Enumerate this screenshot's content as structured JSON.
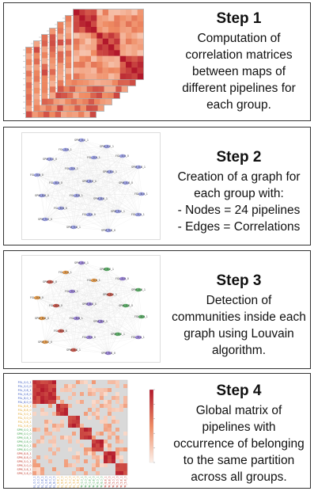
{
  "steps": [
    {
      "title": "Step 1",
      "lines": [
        "Computation of",
        "correlation matrices",
        "between maps of",
        "different pipelines for",
        "each group."
      ]
    },
    {
      "title": "Step 2",
      "lines": [
        "Creation of a graph for",
        "each group with:",
        "- Nodes = 24 pipelines",
        "- Edges = Correlations"
      ]
    },
    {
      "title": "Step 3",
      "lines": [
        "Detection of",
        "communities inside each",
        "graph using Louvain",
        "algorithm."
      ]
    },
    {
      "title": "Step 4",
      "lines": [
        "Global matrix of",
        "pipelines with",
        "occurrence of belonging",
        "to the same partition",
        "across all groups."
      ]
    }
  ],
  "graph_nodes": [
    {
      "label": "SPM_0,0_1"
    },
    {
      "label": "SPM_0,0_1"
    },
    {
      "label": "FSL_0,0_1"
    },
    {
      "label": "FSL_0,0_0"
    },
    {
      "label": "SPM_0,0_0"
    },
    {
      "label": "FSL_0,0_1"
    },
    {
      "label": "SPM_0,8_1"
    },
    {
      "label": "FSL_0,0_1"
    },
    {
      "label": "FSL_0,8_0"
    },
    {
      "label": "SPM_8,0_1"
    },
    {
      "label": "SPM_8,0_0"
    },
    {
      "label": "FSL_8,0_0"
    },
    {
      "label": "SPM_0,8_0"
    },
    {
      "label": "FSL_8,0_1"
    },
    {
      "label": "SPM_8,8_0"
    },
    {
      "label": "FSL_8,8_1"
    },
    {
      "label": "SPM_8,8_1"
    },
    {
      "label": "FSL_8,8_0"
    },
    {
      "label": "SPM_5,0_1"
    },
    {
      "label": "FSL_5,0_1"
    },
    {
      "label": "SPM_5,0_0"
    },
    {
      "label": "FSL_5,0_0"
    },
    {
      "label": "SPM_5,8_1"
    },
    {
      "label": "SPM_5,8_0"
    }
  ],
  "community_colors": [
    "#8a6fd1",
    "#3fa34d",
    "#e08a2c",
    "#c0392b"
  ],
  "matrix_labels": [
    "FSL_0,0_1",
    "FSL_0,0_0",
    "FSL_0,8_1",
    "FSL_0,8_0",
    "FSL_8,0_1",
    "FSL_8,0_0",
    "FSL_8,8_1",
    "FSL_8,8_0",
    "FSL_5,0_1",
    "FSL_5,0_0",
    "FSL_5,8_1",
    "FSL_5,8_0",
    "SPM_0,0_1",
    "SPM_0,0_0",
    "SPM_0,8_1",
    "SPM_0,8_0",
    "SPM_8,0_1",
    "SPM_8,0_0",
    "SPM_8,8_1",
    "SPM_8,8_0",
    "SPM_5,0_1",
    "SPM_5,0_0",
    "SPM_5,8_1",
    "SPM_5,8_0"
  ],
  "matrix_label_colors": [
    "#2e4fbf",
    "#e0a020",
    "#3fa34d",
    "#c0392b"
  ],
  "heat_colors": {
    "low": "#f7e3d6",
    "mid": "#ef8a62",
    "high": "#b2182b",
    "bg": "#d9d9d9"
  }
}
